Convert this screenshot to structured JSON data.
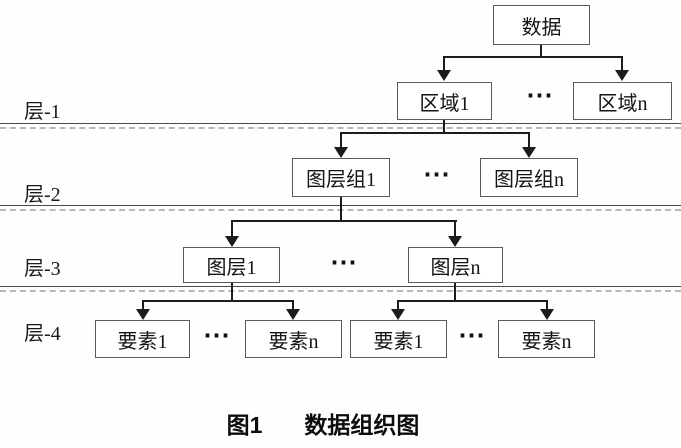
{
  "figure": {
    "root_label": "数据",
    "levels": {
      "l1": {
        "label": "层-1",
        "node1": "区域1",
        "noden": "区域n",
        "ellipsis": "···"
      },
      "l2": {
        "label": "层-2",
        "node1": "图层组1",
        "noden": "图层组n",
        "ellipsis": "···"
      },
      "l3": {
        "label": "层-3",
        "node1": "图层1",
        "noden": "图层n",
        "ellipsis": "···"
      },
      "l4": {
        "label": "层-4",
        "node1a": "要素1",
        "nodena": "要素n",
        "node1b": "要素1",
        "nodenb": "要素n",
        "ellipsis1": "···",
        "ellipsis2": "···"
      }
    },
    "caption": {
      "figure_no": "图1",
      "title": "数据组织图"
    },
    "colors": {
      "line": "#1c1c1c",
      "box_border": "#5a5a5a",
      "divider": "#4a4a4a",
      "divider_dash": "#b8b8b8"
    }
  }
}
